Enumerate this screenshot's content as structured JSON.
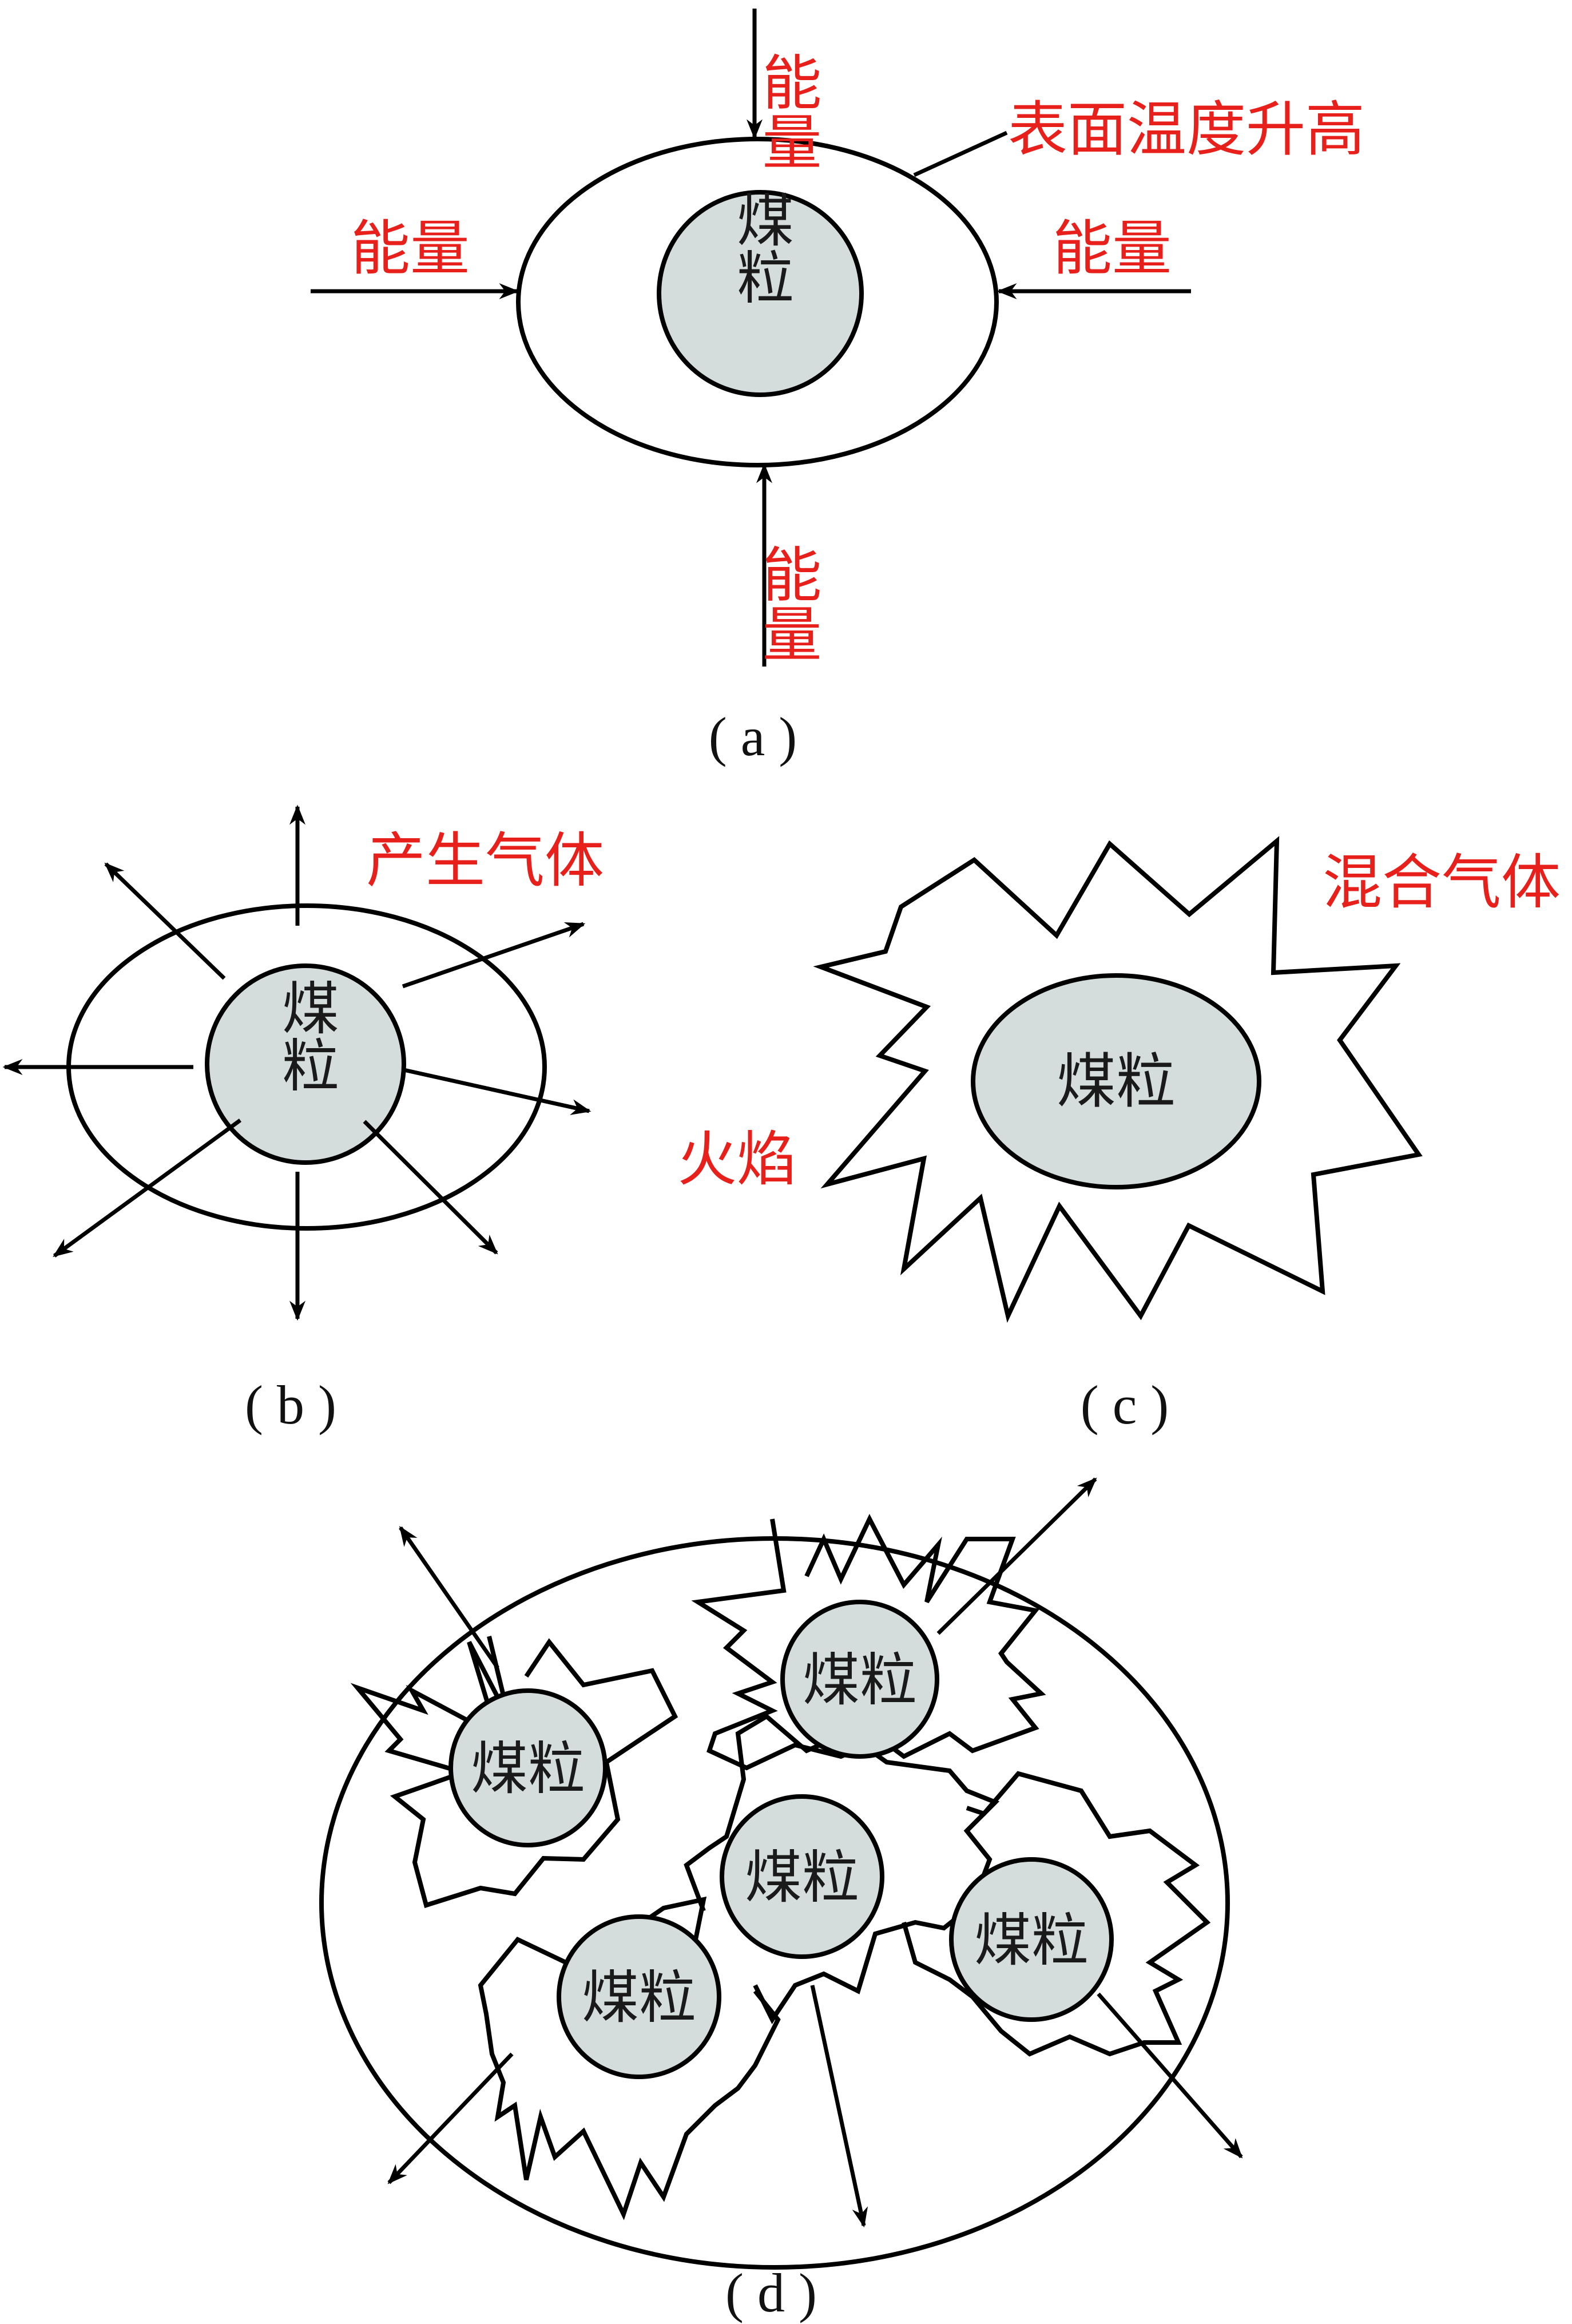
{
  "colors": {
    "label_red": "#e8201c",
    "particle_fill": "#d4dcdc",
    "stroke": "#000000"
  },
  "panel_a": {
    "energy_top": "能量",
    "energy_left": "能量",
    "energy_right": "能量",
    "energy_bottom": "能量",
    "surface_label": "表面温度升高",
    "particle": "煤粒",
    "caption": "( a )"
  },
  "panel_b": {
    "gas_label": "产生气体",
    "particle": "煤粒",
    "caption": "( b )"
  },
  "panel_c": {
    "mixed_gas_label": "混合气体",
    "flame_label": "火焰",
    "particle": "煤粒",
    "caption": "( c )"
  },
  "panel_d": {
    "particles": [
      "煤粒",
      "煤粒",
      "煤粒",
      "煤粒",
      "煤粒"
    ],
    "caption": "( d )"
  }
}
